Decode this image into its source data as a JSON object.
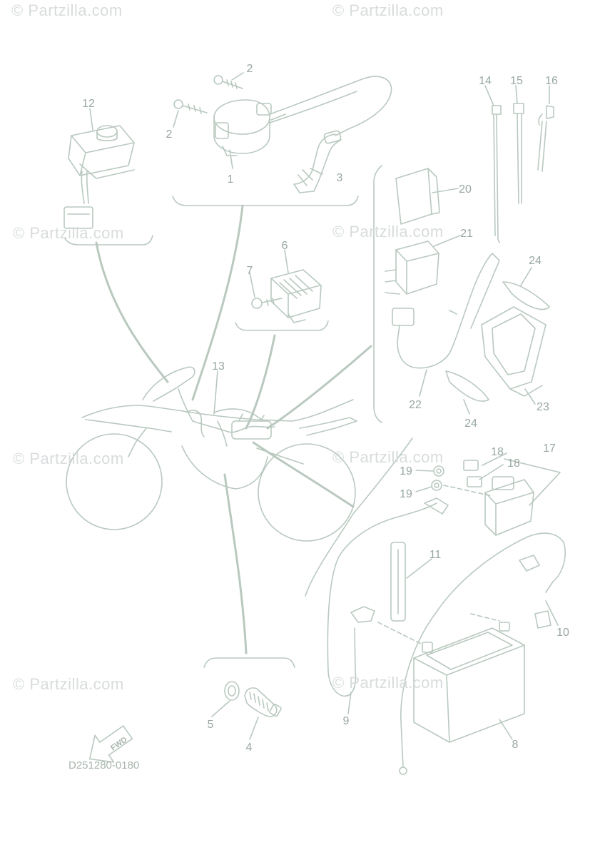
{
  "watermark": {
    "text": "© Partzilla.com"
  },
  "diagram_code": "D251280-0180",
  "fwd_label": "FWD",
  "callouts": [
    {
      "id": "c1",
      "text": "1"
    },
    {
      "id": "c2a",
      "text": "2"
    },
    {
      "id": "c2b",
      "text": "2"
    },
    {
      "id": "c3",
      "text": "3"
    },
    {
      "id": "c4",
      "text": "4"
    },
    {
      "id": "c5",
      "text": "5"
    },
    {
      "id": "c6",
      "text": "6"
    },
    {
      "id": "c7",
      "text": "7"
    },
    {
      "id": "c8",
      "text": "8"
    },
    {
      "id": "c9",
      "text": "9"
    },
    {
      "id": "c10",
      "text": "10"
    },
    {
      "id": "c11",
      "text": "11"
    },
    {
      "id": "c12",
      "text": "12"
    },
    {
      "id": "c13",
      "text": "13"
    },
    {
      "id": "c14",
      "text": "14"
    },
    {
      "id": "c15",
      "text": "15"
    },
    {
      "id": "c16",
      "text": "16"
    },
    {
      "id": "c17",
      "text": "17"
    },
    {
      "id": "c18a",
      "text": "18"
    },
    {
      "id": "c18b",
      "text": "18"
    },
    {
      "id": "c19a",
      "text": "19"
    },
    {
      "id": "c19b",
      "text": "19"
    },
    {
      "id": "c20",
      "text": "20"
    },
    {
      "id": "c21",
      "text": "21"
    },
    {
      "id": "c22",
      "text": "22"
    },
    {
      "id": "c23",
      "text": "23"
    },
    {
      "id": "c24a",
      "text": "24"
    },
    {
      "id": "c24b",
      "text": "24"
    }
  ],
  "colors": {
    "line": "#b9c9bf",
    "label": "#98a8a0",
    "watermark": "#d8dcdc",
    "background": "#ffffff"
  }
}
